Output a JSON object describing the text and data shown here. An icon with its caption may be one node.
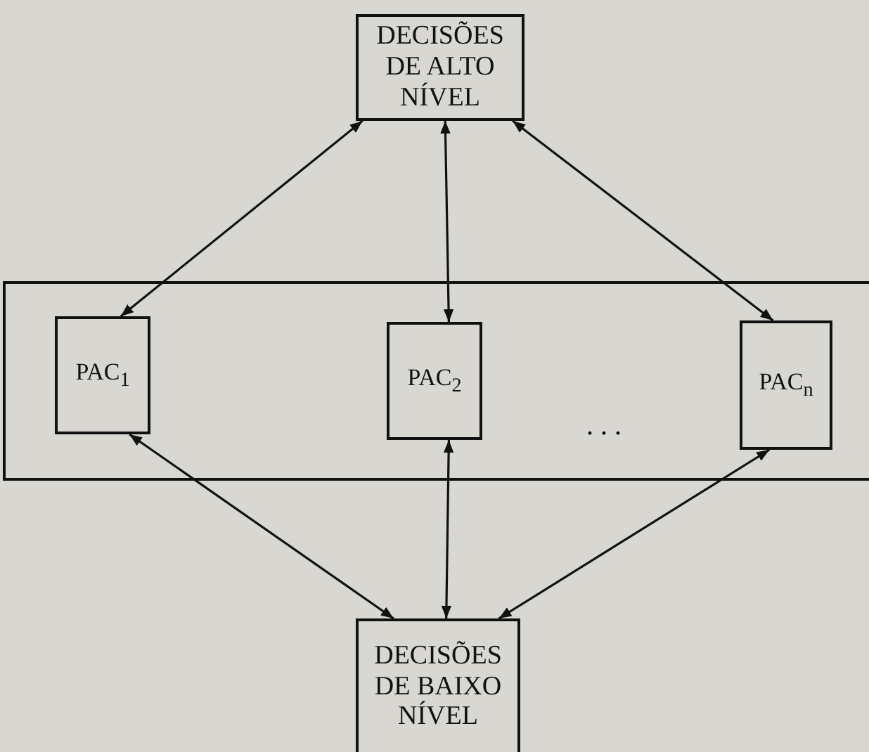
{
  "diagram": {
    "nodes": [
      {
        "text": [
          "DECISÕES DE ALTO NÍVEL"
        ]
      },
      {
        "text": [],
        "shape": "box"
      },
      {
        "text": [
          "PAC$_{1}$"
        ],
        "in": 1
      },
      {
        "text": [
          "PAC$_{2}$"
        ],
        "in": 1
      },
      {
        "text": [
          "PAC$_{n}$"
        ],
        "in": 1
      },
      {
        "text": [
          "DECISÕES DE BAIXO NÍVEL"
        ]
      }
    ],
    "edges": [
      {
        "from": 0,
        "to": 2,
        "arrow": "both"
      },
      {
        "from": 0,
        "to": 3,
        "arrow": "both"
      },
      {
        "from": 0,
        "to": 4,
        "arrow": "both"
      },
      {
        "from": 2,
        "to": 5,
        "arrow": "both"
      },
      {
        "from": 3,
        "to": 5,
        "arrow": "both"
      },
      {
        "from": 4,
        "to": 5,
        "arrow": "both"
      }
    ],
    "labels": [
      ". . ."
    ]
  }
}
